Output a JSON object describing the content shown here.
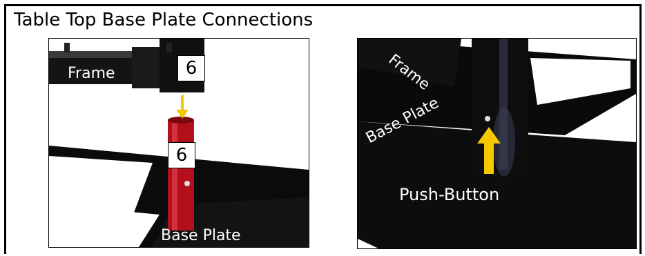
{
  "title": "Table Top Base Plate Connections",
  "left_photo": {
    "frame_label": "Frame",
    "base_label": "Base Plate",
    "number_top": "6",
    "number_bottom": "6"
  },
  "right_photo": {
    "frame_label": "Frame",
    "base_label": "Base Plate",
    "button_label": "Push-Button"
  },
  "colors": {
    "arrow": "#f5c800",
    "pin": "#b3101c",
    "metal": "#0b0b0b"
  }
}
